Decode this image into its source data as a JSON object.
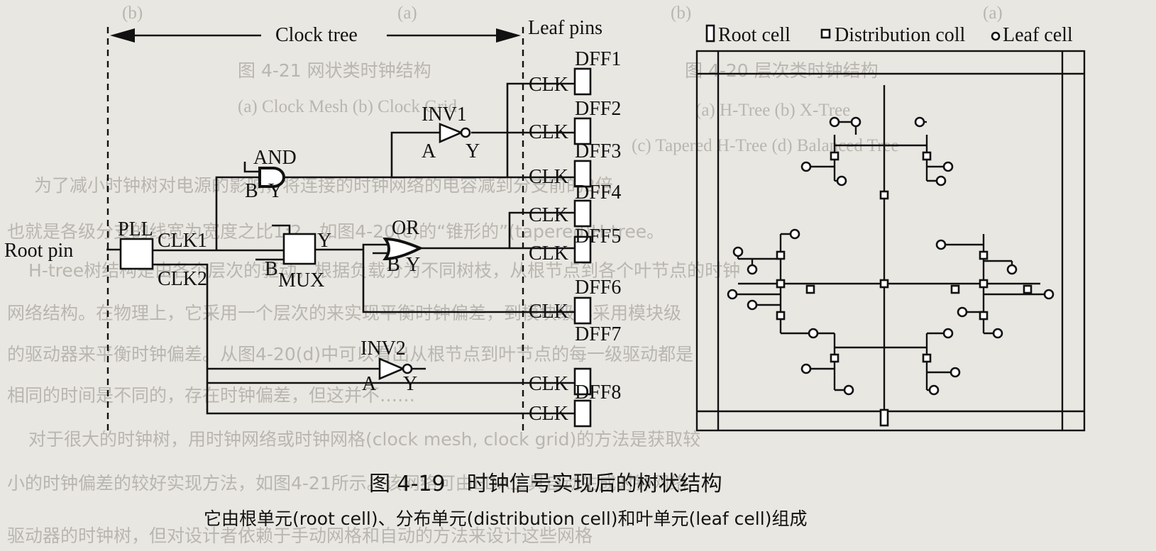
{
  "background_text": [
    "(b)",
    "(a)",
    "(b)",
    "(a)",
    "图 4-21 网状类时钟结构",
    "图 4-20 层次类时钟结构",
    "(a) Clock Mesh (b) Clock Grid",
    "(a) H-Tree (b) X-Tree",
    "(c) Tapered H-Tree (d) Balanced Tree",
    "为了减小时钟树对电源的影响，将连接的时钟网络的电容减到分支前的2倍，",
    "也就是各级分支的线宽为宽度之比1:2，如图4-20(c)的“锥形的”(tapered)H-tree。",
    "H-tree树结构是由各个层次的驱动，根据负载分为不同树枝，从根节点到各个叶节点的时钟",
    "网络结构。在物理上，它采用一个层次的来实现平衡时钟偏差，到模块级再采用模块级",
    "的驱动器来平衡时钟偏差。从图4-20(d)中可以看出从根节点到叶节点的每一级驱动都是",
    "相同的时间是不同的，存在时钟偏差，但这并不……",
    "对于很大的时钟树，用时钟网络或时钟网格(clock mesh, clock grid)的方法是获取较",
    "小的时钟偏差的较好实现方法，如图4-21所示。该网络可由EDA工具自动生成时钟网络",
    "驱动器的时钟树，但对设计者依赖于手动网格和自动的方法来设计这些网格"
  ],
  "left_diagram": {
    "clock_tree_label": "Clock tree",
    "leaf_pins_label": "Leaf pins",
    "root_pin_label": "Root pin",
    "pll_label": "PLL",
    "clk1_label": "CLK1",
    "clk2_label": "CLK2",
    "and_label": "AND",
    "and_b": "B",
    "and_y": "Y",
    "mux_y": "Y",
    "mux_b": "B",
    "mux_label": "MUX",
    "or_label": "OR",
    "or_b": "B",
    "or_y": "Y",
    "inv1_label": "INV1",
    "inv1_a": "A",
    "inv1_y": "Y",
    "inv2_label": "INV2",
    "inv2_a": "A",
    "inv2_y": "Y",
    "flops": [
      {
        "name": "DFF1",
        "clk": "CLK"
      },
      {
        "name": "DFF2",
        "clk": "CLK"
      },
      {
        "name": "DFF3",
        "clk": "CLK"
      },
      {
        "name": "DFF4",
        "clk": "CLK"
      },
      {
        "name": "DFF5",
        "clk": "CLK"
      },
      {
        "name": "DFF6",
        "clk": "CLK"
      },
      {
        "name": "DFF7",
        "clk": "CLK"
      },
      {
        "name": "DFF8",
        "clk": "CLK"
      }
    ]
  },
  "right_diagram": {
    "legend_root": "Root cell",
    "legend_distribution": "Distribution coll",
    "legend_leaf": "Leaf cell"
  },
  "caption": {
    "title": "图 4-19　时钟信号实现后的树状结构",
    "subtitle": "它由根单元(root cell)、分布单元(distribution cell)和叶单元(leaf cell)组成"
  }
}
